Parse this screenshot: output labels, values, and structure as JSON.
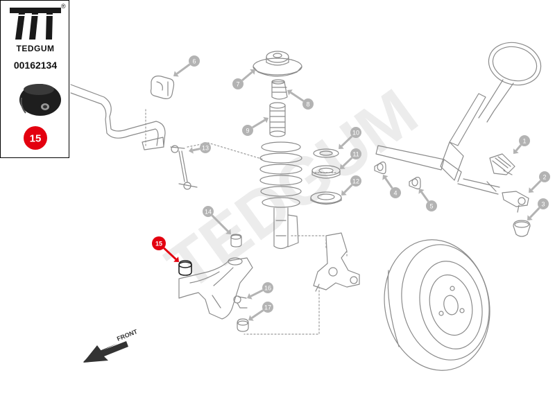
{
  "brand": {
    "name": "TEDGUM",
    "registered_mark": "®",
    "part_number": "00162134",
    "highlight_number": "15"
  },
  "colors": {
    "callout_gray": "#b3b3b3",
    "callout_highlight": "#e3000f",
    "line_art": "#8a8a8a",
    "watermark": "#ececec",
    "logo": "#1a1a1a"
  },
  "watermark_text": "TEDGUM",
  "direction_label": "FRONT",
  "callouts": [
    "1",
    "2",
    "3",
    "4",
    "5",
    "6",
    "7",
    "8",
    "9",
    "10",
    "11",
    "12",
    "13",
    "14",
    "15",
    "16",
    "17"
  ],
  "highlighted_callout": "15"
}
